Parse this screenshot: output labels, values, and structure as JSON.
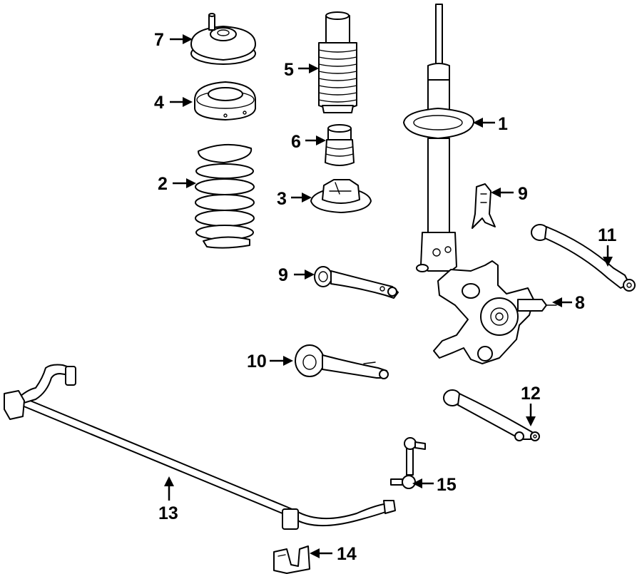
{
  "callouts": {
    "c1": "1",
    "c2": "2",
    "c3": "3",
    "c4": "4",
    "c5": "5",
    "c6": "6",
    "c7": "7",
    "c8": "8",
    "c9a": "9",
    "c9b": "9",
    "c10": "10",
    "c11": "11",
    "c12": "12",
    "c13": "13",
    "c14": "14",
    "c15": "15"
  }
}
